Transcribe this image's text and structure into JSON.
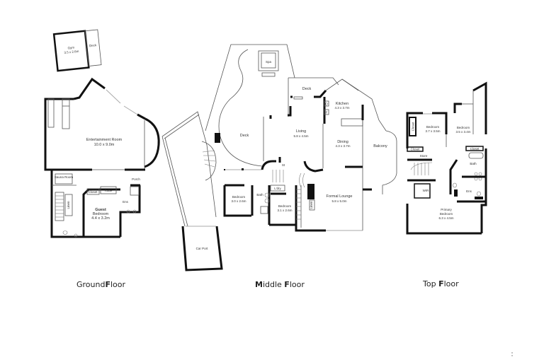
{
  "floors": [
    {
      "title_regular": "Ground",
      "title_bold": "F",
      "title_rest": "loor",
      "rooms": [
        {
          "name": "Gym",
          "size": "3.5 x 2.6m"
        },
        {
          "name": "Deck",
          "size": ""
        },
        {
          "name": "Entertainment Room",
          "size": "10.0 x 9.0m"
        },
        {
          "name": "Sauna Room",
          "size": ""
        },
        {
          "name": "Linen",
          "size": ""
        },
        {
          "name": "Closet",
          "size": ""
        },
        {
          "name": "Robe",
          "size": ""
        },
        {
          "name": "Porch",
          "size": ""
        },
        {
          "name": "Ens",
          "size": ""
        },
        {
          "name": "Guest Bedroom",
          "size": "4.4 x 3.2m"
        }
      ]
    },
    {
      "title_bold": "M",
      "title_rest": "iddle ",
      "title_bold2": "F",
      "title_rest2": "loor",
      "rooms": [
        {
          "name": "Spa",
          "size": ""
        },
        {
          "name": "Deck",
          "size": ""
        },
        {
          "name": "Deck",
          "size": ""
        },
        {
          "name": "Kitchen",
          "size": "4.3 x 3.7m"
        },
        {
          "name": "Living",
          "size": "5.8 x 4.5m"
        },
        {
          "name": "Dining",
          "size": "4.3 x 3.7m"
        },
        {
          "name": "Balcony",
          "size": ""
        },
        {
          "name": "St",
          "size": ""
        },
        {
          "name": "Bedroom",
          "size": "3.0 x 2.6m"
        },
        {
          "name": "Bath",
          "size": ""
        },
        {
          "name": "L'dry",
          "size": ""
        },
        {
          "name": "Bedroom",
          "size": "3.1 x 2.6m"
        },
        {
          "name": "Formal Lounge",
          "size": "5.8 x 5.0m"
        },
        {
          "name": "Linen",
          "size": ""
        },
        {
          "name": "Car Port",
          "size": ""
        },
        {
          "name": "O",
          "size": ""
        },
        {
          "name": "F",
          "size": ""
        }
      ]
    },
    {
      "title_regular": "Top ",
      "title_bold": "F",
      "title_rest": "loor",
      "rooms": [
        {
          "name": "Closet",
          "size": ""
        },
        {
          "name": "Bedroom",
          "size": "3.7 x 3.5m"
        },
        {
          "name": "Bedroom",
          "size": "3.5 x 3.4m"
        },
        {
          "name": "Closet",
          "size": ""
        },
        {
          "name": "Store",
          "size": ""
        },
        {
          "name": "Closet",
          "size": ""
        },
        {
          "name": "Bath",
          "size": ""
        },
        {
          "name": "WIR",
          "size": ""
        },
        {
          "name": "Ens",
          "size": ""
        },
        {
          "name": "Primary Bedroom",
          "size": "6.3 x 4.5m"
        }
      ]
    }
  ]
}
